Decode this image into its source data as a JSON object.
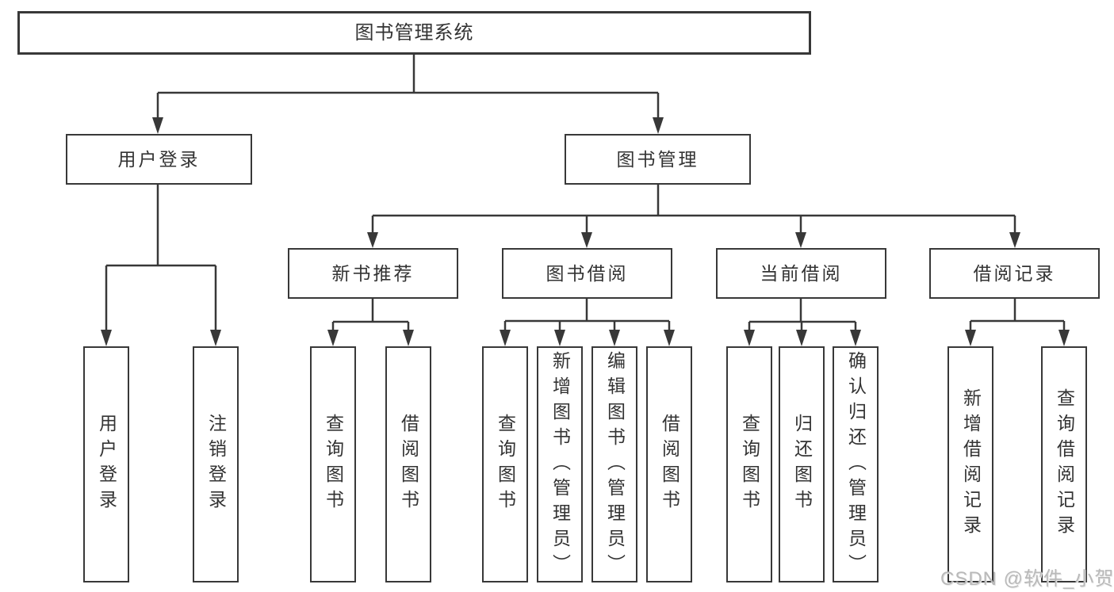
{
  "diagram": {
    "root": {
      "label": "图书管理系统"
    },
    "level2": [
      {
        "id": "user-login",
        "label": "用户登录"
      },
      {
        "id": "book-management",
        "label": "图书管理"
      }
    ],
    "level3": [
      {
        "id": "new-book-recommendation",
        "label": "新书推荐"
      },
      {
        "id": "book-borrowing",
        "label": "图书借阅"
      },
      {
        "id": "current-borrowing",
        "label": "当前借阅"
      },
      {
        "id": "borrowing-records",
        "label": "借阅记录"
      }
    ],
    "leaves": [
      {
        "group": "user-login",
        "label": "用户登录"
      },
      {
        "group": "user-login",
        "label": "注销登录"
      },
      {
        "group": "new-book-recommendation",
        "label": "查询图书"
      },
      {
        "group": "new-book-recommendation",
        "label": "借阅图书"
      },
      {
        "group": "book-borrowing",
        "label": "查询图书"
      },
      {
        "group": "book-borrowing",
        "label": "新增图书（管理员）"
      },
      {
        "group": "book-borrowing",
        "label": "编辑图书（管理员）"
      },
      {
        "group": "book-borrowing",
        "label": "借阅图书"
      },
      {
        "group": "current-borrowing",
        "label": "查询图书"
      },
      {
        "group": "current-borrowing",
        "label": "归还图书"
      },
      {
        "group": "current-borrowing",
        "label": "确认归还（管理员）"
      },
      {
        "group": "borrowing-records",
        "label": "新增借阅记录"
      },
      {
        "group": "borrowing-records",
        "label": "查询借阅记录"
      }
    ]
  },
  "watermark": {
    "text": "CSDN @软件_小贺同学"
  },
  "colors": {
    "line": "#383838",
    "text": "#333333",
    "background": "#ffffff",
    "watermark": "#b9b9b9"
  }
}
